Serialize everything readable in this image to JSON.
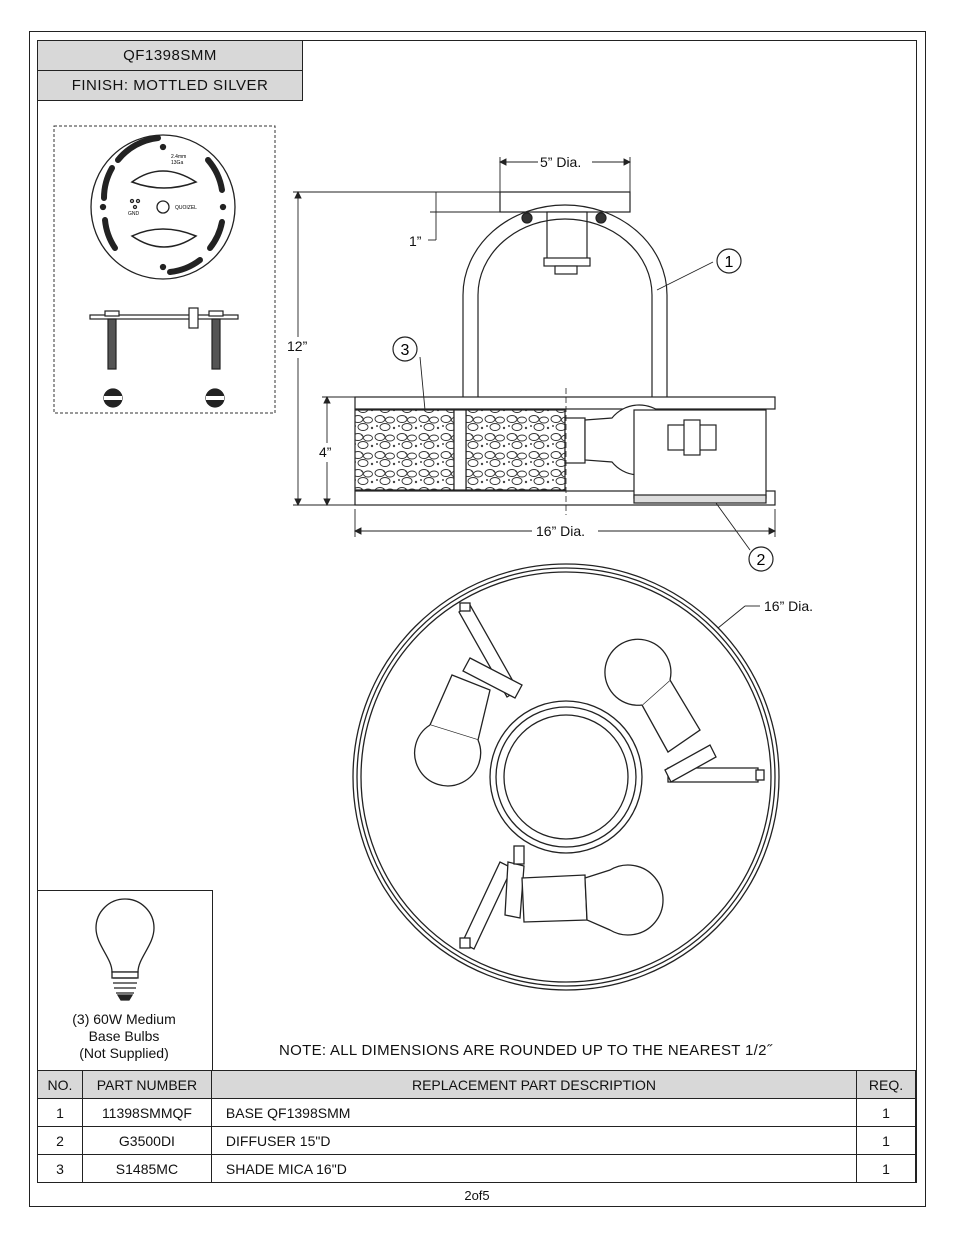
{
  "header": {
    "model": "QF1398SMM",
    "finish": "FINISH: MOTTLED SILVER"
  },
  "mounting_plate": {
    "gauge_line1": "2.4mm",
    "gauge_line2": "13Ga",
    "gnd": "GND",
    "brand": "QUOIZEL"
  },
  "dimensions": {
    "canopy": "5” Dia.",
    "canopy_height": "1”",
    "overall_height": "12”",
    "shade_height": "4”",
    "shade_dia": "16” Dia.",
    "bottom_dia": "16” Dia."
  },
  "callouts": [
    "1",
    "2",
    "3"
  ],
  "bulb": {
    "line1": "(3) 60W Medium",
    "line2": "Base Bulbs",
    "line3": "(Not Supplied)"
  },
  "note": "NOTE:  ALL DIMENSIONS ARE ROUNDED UP TO THE NEAREST  1/2˝",
  "parts_table": {
    "headers": [
      "NO.",
      "PART NUMBER",
      "REPLACEMENT PART DESCRIPTION",
      "REQ."
    ],
    "rows": [
      {
        "no": "1",
        "part": "11398SMMQF",
        "desc": "BASE QF1398SMM",
        "req": "1"
      },
      {
        "no": "2",
        "part": "G3500DI",
        "desc": "DIFFUSER 15\"D",
        "req": "1"
      },
      {
        "no": "3",
        "part": "S1485MC",
        "desc": "SHADE MICA 16\"D",
        "req": "1"
      }
    ]
  },
  "page_number": "2of5"
}
